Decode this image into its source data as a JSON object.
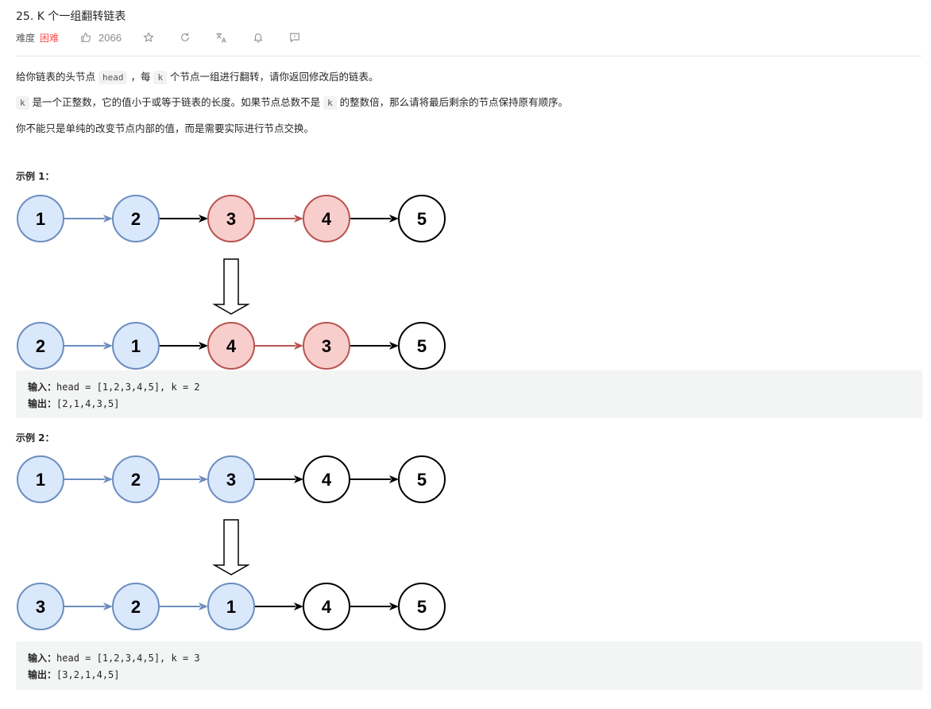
{
  "problem": {
    "title": "25. K 个一组翻转链表",
    "difficulty_label": "难度",
    "difficulty": "困难",
    "likes": "2066"
  },
  "description": {
    "p1_a": "给你链表的头节点 ",
    "p1_code1": "head",
    "p1_b": " ，每 ",
    "p1_code2": "k",
    "p1_c": " 个节点一组进行翻转，请你返回修改后的链表。",
    "p2_code1": "k",
    "p2_a": " 是一个正整数，它的值小于或等于链表的长度。如果节点总数不是 ",
    "p2_code2": "k",
    "p2_b": " 的整数倍，那么请将最后剩余的节点保持原有顺序。",
    "p3": "你不能只是单纯的改变节点内部的值，而是需要实际进行节点交换。"
  },
  "examples": [
    {
      "title": "示例 1：",
      "before": [
        "1",
        "2",
        "3",
        "4",
        "5"
      ],
      "after": [
        "2",
        "1",
        "4",
        "3",
        "5"
      ],
      "before_styles": [
        "blue",
        "blue",
        "red",
        "red",
        "white"
      ],
      "after_styles": [
        "blue",
        "blue",
        "red",
        "red",
        "white"
      ],
      "input_label": "输入：",
      "input": "head = [1,2,3,4,5], k = 2",
      "output_label": "输出：",
      "output": "[2,1,4,3,5]"
    },
    {
      "title": "示例 2：",
      "before": [
        "1",
        "2",
        "3",
        "4",
        "5"
      ],
      "after": [
        "3",
        "2",
        "1",
        "4",
        "5"
      ],
      "before_styles": [
        "blue",
        "blue",
        "blue",
        "white",
        "white"
      ],
      "after_styles": [
        "blue",
        "blue",
        "blue",
        "white",
        "white"
      ],
      "input_label": "输入：",
      "input": "head = [1,2,3,4,5], k = 3",
      "output_label": "输出：",
      "output": "[3,2,1,4,5]"
    }
  ],
  "colors": {
    "blue_fill": "#dae8fc",
    "blue_stroke": "#6c8ebf",
    "red_fill": "#f8cecc",
    "red_stroke": "#b85450",
    "white_fill": "#ffffff",
    "white_stroke": "#000000",
    "difficulty_hard": "#ff4d4f"
  },
  "icons": [
    "thumbs-up-icon",
    "star-icon",
    "share-icon",
    "translate-icon",
    "bell-icon",
    "comment-icon"
  ]
}
